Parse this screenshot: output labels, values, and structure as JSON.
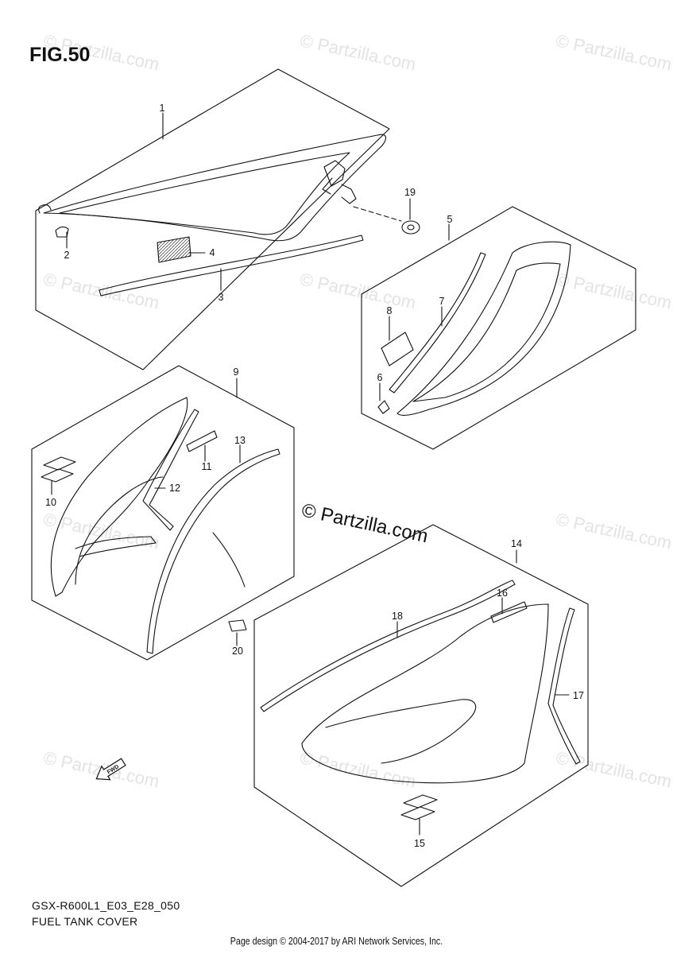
{
  "figure": {
    "title": "FIG.50",
    "model_code": "GSX-R600L1_E03_E28_050",
    "caption": "FUEL TANK COVER"
  },
  "watermark": {
    "center": "© Partzilla.com",
    "repeat": "© Partzilla.com"
  },
  "footer": {
    "copyright": "Page design © 2004-2017 by ARI Network Services, Inc."
  },
  "fwd_label": "FWD",
  "callouts": [
    "1",
    "2",
    "3",
    "4",
    "5",
    "6",
    "7",
    "8",
    "9",
    "10",
    "11",
    "12",
    "13",
    "14",
    "15",
    "16",
    "17",
    "18",
    "19",
    "20"
  ]
}
